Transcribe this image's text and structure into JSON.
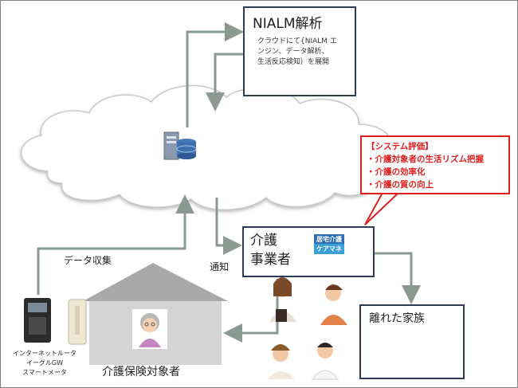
{
  "nialm": {
    "title": "NIALM解析",
    "desc_lines": [
      "クラウドにて{NIALM エ",
      "ンジン、データ解析、",
      "生活反応検知｝を展開"
    ]
  },
  "evaluation": {
    "heading": "【システム評価】",
    "items": [
      "・介護対象者の生活リズム把握",
      "・介護の効率化",
      "・介護の質の向上"
    ]
  },
  "care_provider": {
    "title_line1": "介護",
    "title_line2": "事業者",
    "badge_home": "居宅介護",
    "badge_cm": "ケアマネ"
  },
  "family": {
    "title": "離れた家族"
  },
  "subject": {
    "title": "介護保険対象者"
  },
  "labels": {
    "data_collection": "データ収集",
    "notify": "通知",
    "device_lines": [
      "インターネットルータ",
      "イーグルGW",
      "スマートメータ"
    ]
  },
  "colors": {
    "arrow": "#8a9a90",
    "box_border": "#2f3b55",
    "evaluation_red": "#e01f1f",
    "cloud_fill": "#ffffff",
    "house_roof": "#a9a9a9",
    "house_wall": "#d4d4d4"
  },
  "icons": [
    "server-icon",
    "smart-meter-icon",
    "router-icon",
    "caregiver-person-icon",
    "family-person-icon",
    "elderly-person-icon"
  ]
}
